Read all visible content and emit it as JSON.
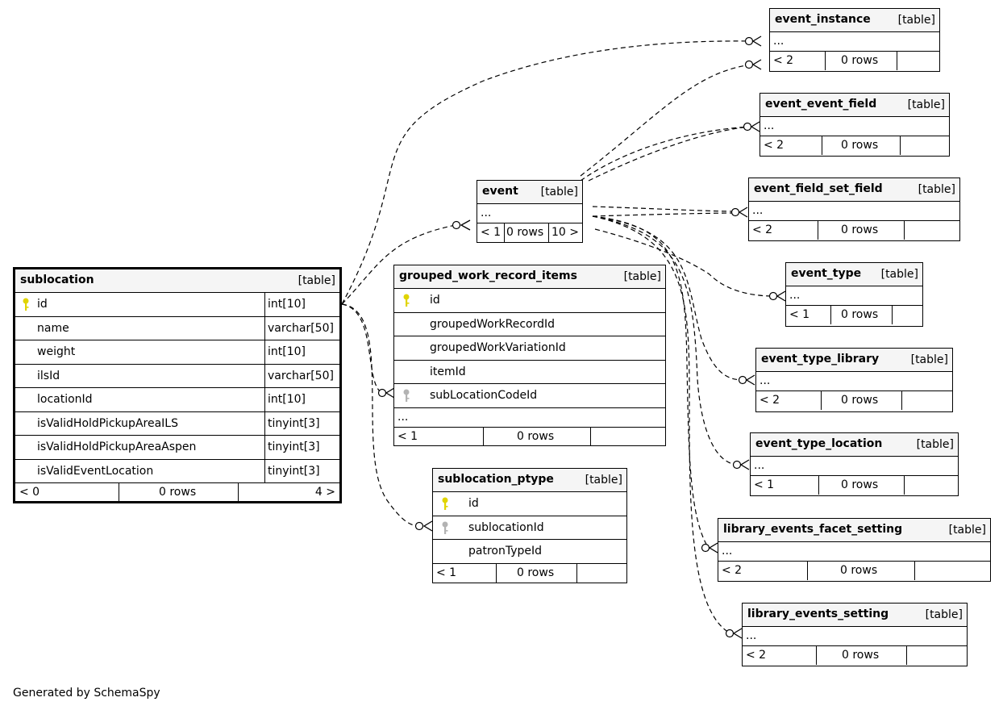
{
  "footer_text": "Generated by SchemaSpy",
  "colors": {
    "primary_key": "#e0d400",
    "foreign_key": "#b3b3b3",
    "header_bg": "#f5f5f5"
  },
  "tables": {
    "sublocation": {
      "name": "sublocation",
      "type": "[table]",
      "columns": [
        {
          "name": "id",
          "type": "int[10]",
          "key": "primary"
        },
        {
          "name": "name",
          "type": "varchar[50]"
        },
        {
          "name": "weight",
          "type": "int[10]"
        },
        {
          "name": "ilsId",
          "type": "varchar[50]"
        },
        {
          "name": "locationId",
          "type": "int[10]"
        },
        {
          "name": "isValidHoldPickupAreaILS",
          "type": "tinyint[3]"
        },
        {
          "name": "isValidHoldPickupAreaAspen",
          "type": "tinyint[3]"
        },
        {
          "name": "isValidEventLocation",
          "type": "tinyint[3]"
        }
      ],
      "footer": {
        "parents": "< 0",
        "rows": "0 rows",
        "children": "4 >"
      }
    },
    "grouped_work_record_items": {
      "name": "grouped_work_record_items",
      "type": "[table]",
      "columns": [
        {
          "name": "id",
          "key": "primary"
        },
        {
          "name": "groupedWorkRecordId"
        },
        {
          "name": "groupedWorkVariationId"
        },
        {
          "name": "itemId"
        },
        {
          "name": "subLocationCodeId",
          "key": "foreign"
        }
      ],
      "ellipsis": "...",
      "footer": {
        "parents": "< 1",
        "rows": "0 rows"
      }
    },
    "sublocation_ptype": {
      "name": "sublocation_ptype",
      "type": "[table]",
      "columns": [
        {
          "name": "id",
          "key": "primary"
        },
        {
          "name": "sublocationId",
          "key": "foreign"
        },
        {
          "name": "patronTypeId"
        }
      ],
      "footer": {
        "parents": "< 1",
        "rows": "0 rows"
      }
    },
    "event": {
      "name": "event",
      "type": "[table]",
      "ellipsis": "...",
      "footer": {
        "parents": "< 1",
        "rows": "0 rows",
        "children": "10 >"
      }
    },
    "event_instance": {
      "name": "event_instance",
      "type": "[table]",
      "ellipsis": "...",
      "footer": {
        "parents": "< 2",
        "rows": "0 rows"
      }
    },
    "event_event_field": {
      "name": "event_event_field",
      "type": "[table]",
      "ellipsis": "...",
      "footer": {
        "parents": "< 2",
        "rows": "0 rows"
      }
    },
    "event_field_set_field": {
      "name": "event_field_set_field",
      "type": "[table]",
      "ellipsis": "...",
      "footer": {
        "parents": "< 2",
        "rows": "0 rows"
      }
    },
    "event_type": {
      "name": "event_type",
      "type": "[table]",
      "ellipsis": "...",
      "footer": {
        "parents": "< 1",
        "rows": "0 rows"
      }
    },
    "event_type_library": {
      "name": "event_type_library",
      "type": "[table]",
      "ellipsis": "...",
      "footer": {
        "parents": "< 2",
        "rows": "0 rows"
      }
    },
    "event_type_location": {
      "name": "event_type_location",
      "type": "[table]",
      "ellipsis": "...",
      "footer": {
        "parents": "< 1",
        "rows": "0 rows"
      }
    },
    "library_events_facet_setting": {
      "name": "library_events_facet_setting",
      "type": "[table]",
      "ellipsis": "...",
      "footer": {
        "parents": "< 2",
        "rows": "0 rows"
      }
    },
    "library_events_setting": {
      "name": "library_events_setting",
      "type": "[table]",
      "ellipsis": "...",
      "footer": {
        "parents": "< 2",
        "rows": "0 rows"
      }
    }
  }
}
